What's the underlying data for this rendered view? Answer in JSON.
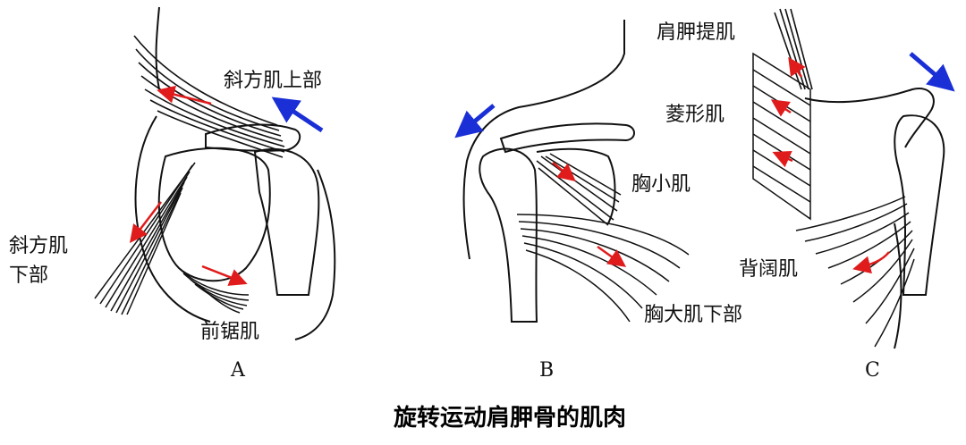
{
  "panels": [
    {
      "letter": "A",
      "labels": {
        "upper_trapezius": "斜方肌上部",
        "lower_trapezius_line1": "斜方肌",
        "lower_trapezius_line2": "下部",
        "serratus_anterior": "前锯肌"
      }
    },
    {
      "letter": "B",
      "labels": {
        "pectoralis_minor": "胸小肌",
        "lower_pectoralis_major": "胸大肌下部"
      }
    },
    {
      "letter": "C",
      "labels": {
        "levator_scapulae": "肩胛提肌",
        "rhomboid": "菱形肌",
        "latissimus_dorsi": "背阔肌"
      }
    }
  ],
  "caption": "旋转运动肩胛骨的肌肉",
  "colors": {
    "muscle_arrow": "#e01b1b",
    "rotation_arrow": "#1a2fd6",
    "ink": "#111111"
  }
}
